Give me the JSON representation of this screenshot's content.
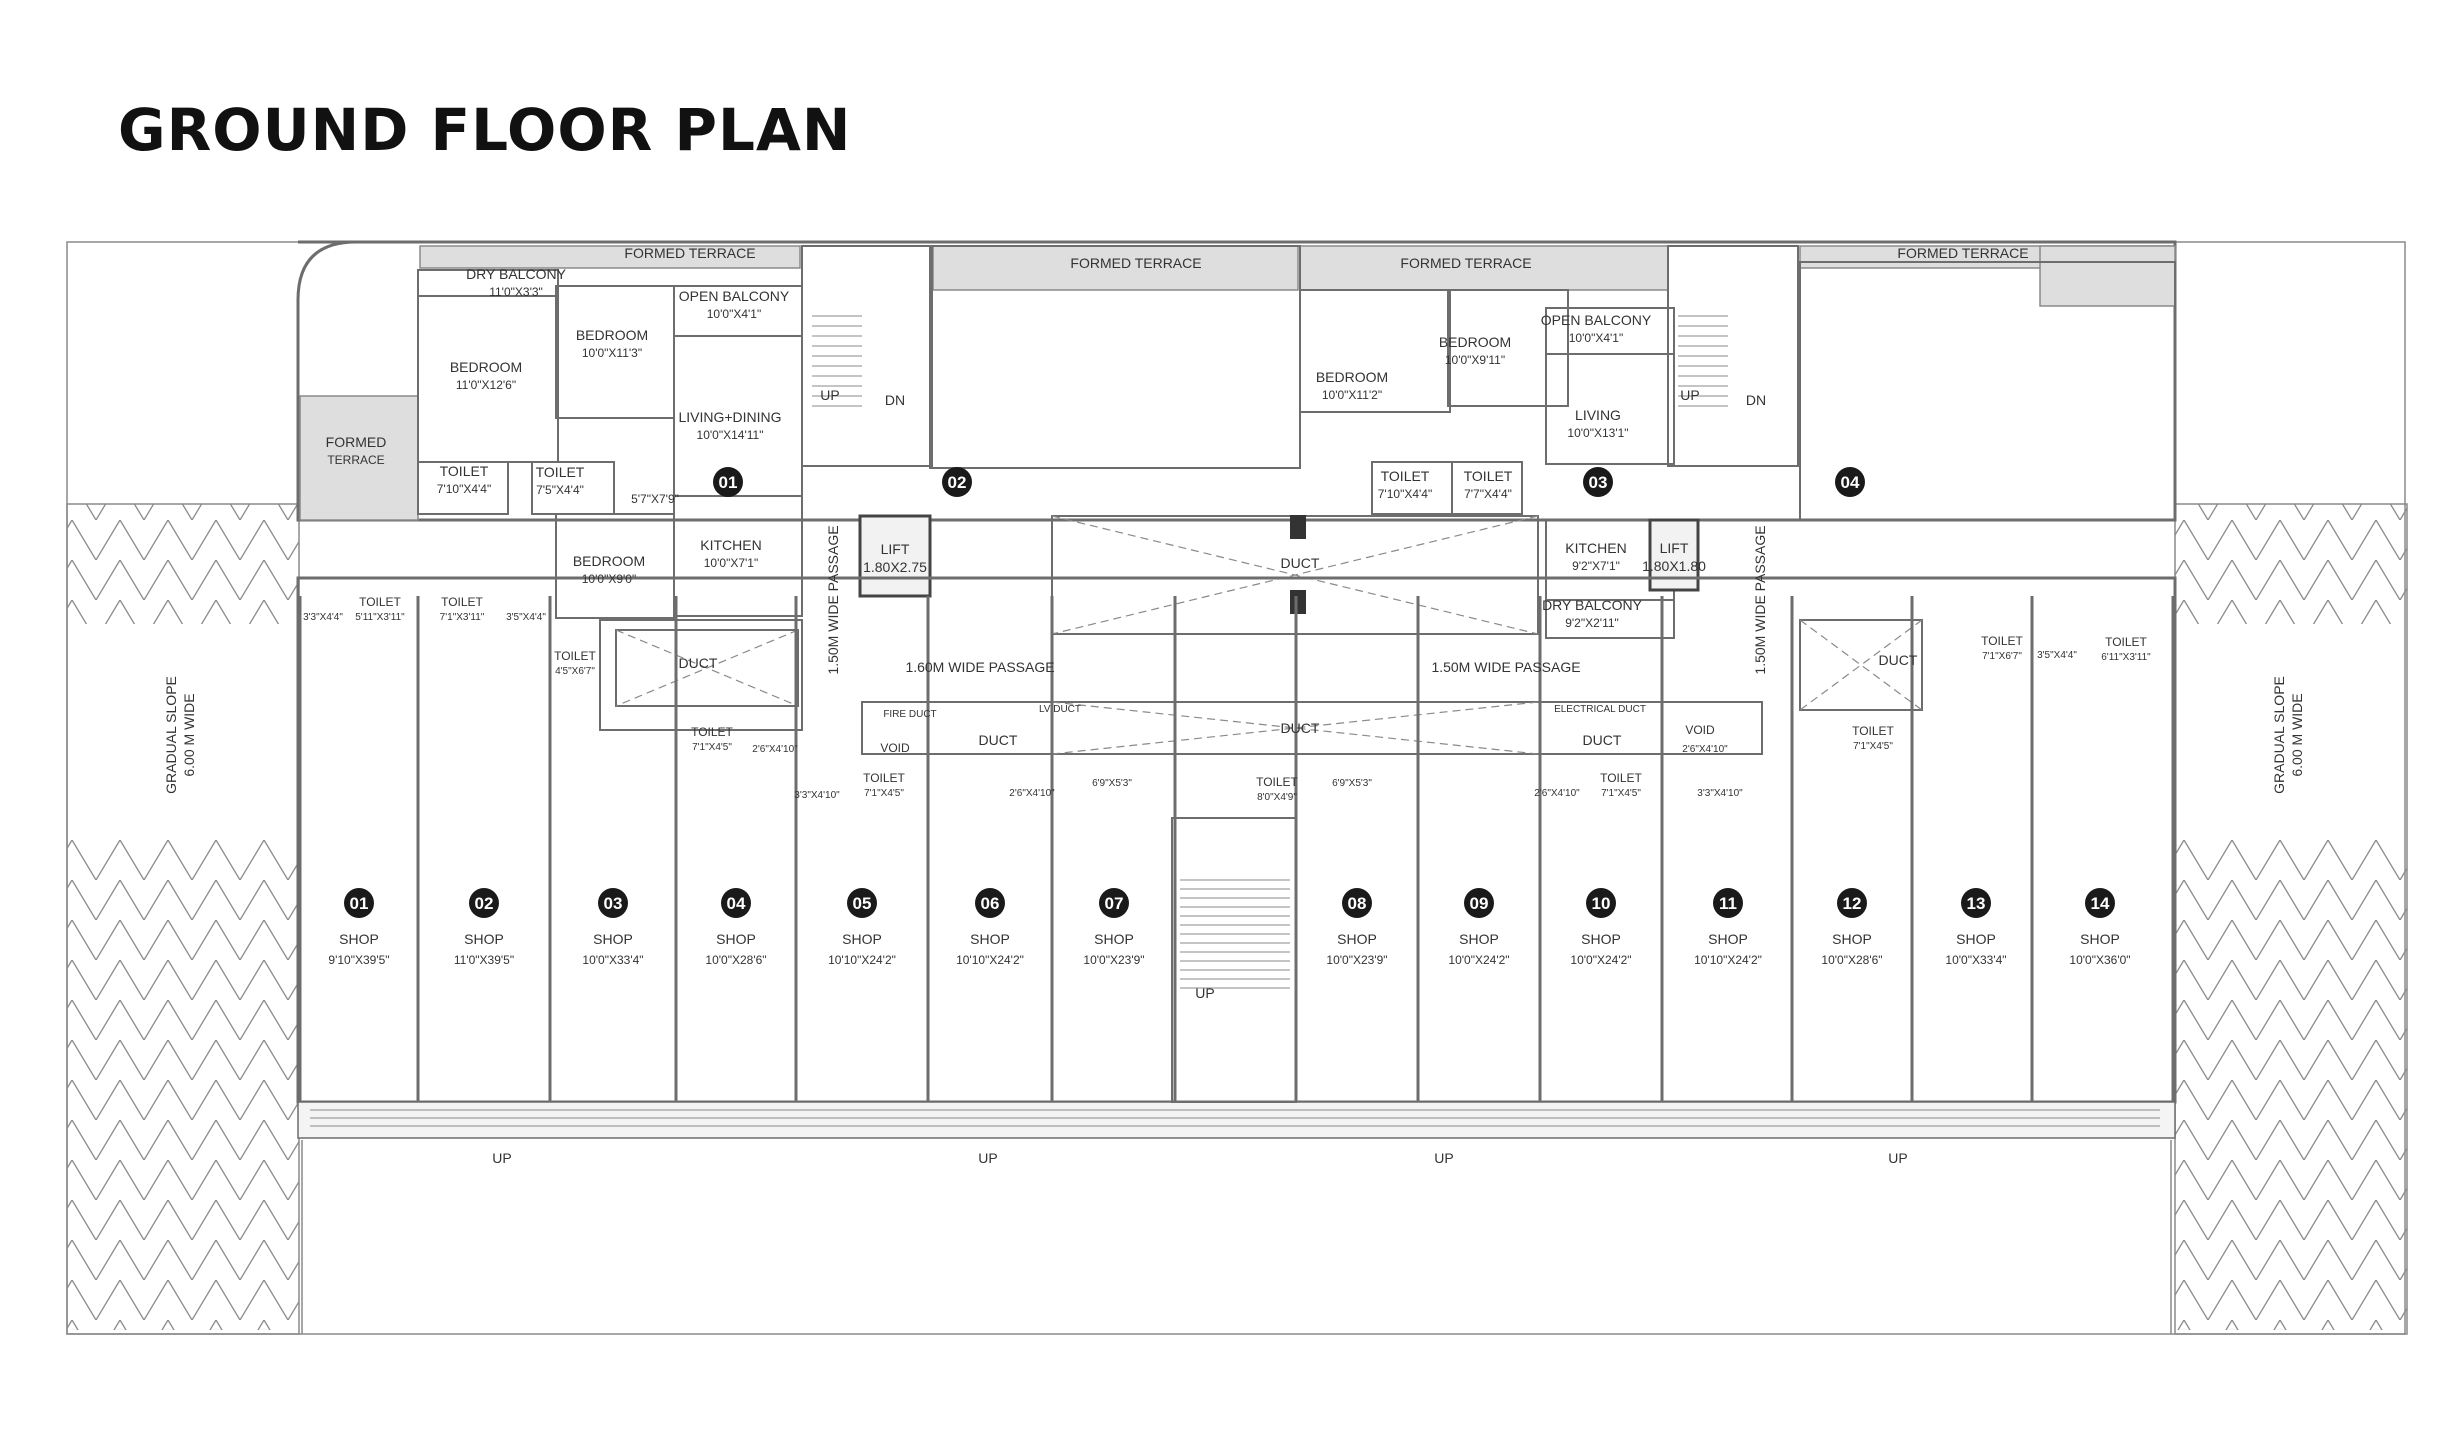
{
  "title": "GROUND FLOOR PLAN",
  "slopes": [
    {
      "line1": "GRADUAL SLOPE",
      "line2": "6.00 M WIDE"
    },
    {
      "line1": "GRADUAL SLOPE",
      "line2": "6.00 M WIDE"
    }
  ],
  "flats": [
    {
      "number": "01",
      "rooms": [
        {
          "name": "FORMED TERRACE",
          "dim": ""
        },
        {
          "name": "DRY BALCONY",
          "dim": "11'0\"X3'3\""
        },
        {
          "name": "BEDROOM",
          "dim": "11'0\"X12'6\""
        },
        {
          "name": "BEDROOM",
          "dim": "10'0\"X11'3\""
        },
        {
          "name": "OPEN BALCONY",
          "dim": "10'0\"X4'1\""
        },
        {
          "name": "LIVING+DINING",
          "dim": "10'0\"X14'11\""
        },
        {
          "name": "FORMED",
          "dim": "TERRACE"
        },
        {
          "name": "TOILET",
          "dim": "7'10\"X4'4\""
        },
        {
          "name": "TOILET",
          "dim": "7'5\"X4'4\""
        },
        {
          "name": "",
          "dim": "5'7\"X7'9\""
        },
        {
          "name": "BEDROOM",
          "dim": "10'0\"X9'0\""
        },
        {
          "name": "KITCHEN",
          "dim": "10'0\"X7'1\""
        }
      ]
    },
    {
      "number": "02",
      "rooms": [
        {
          "name": "FORMED TERRACE",
          "dim": ""
        }
      ]
    },
    {
      "number": "03",
      "rooms": [
        {
          "name": "FORMED TERRACE",
          "dim": ""
        },
        {
          "name": "BEDROOM",
          "dim": "10'0\"X11'2\""
        },
        {
          "name": "BEDROOM",
          "dim": "10'0\"X9'11\""
        },
        {
          "name": "OPEN BALCONY",
          "dim": "10'0\"X4'1\""
        },
        {
          "name": "LIVING",
          "dim": "10'0\"X13'1\""
        },
        {
          "name": "TOILET",
          "dim": "7'10\"X4'4\""
        },
        {
          "name": "TOILET",
          "dim": "7'7\"X4'4\""
        },
        {
          "name": "KITCHEN",
          "dim": "9'2\"X7'1\""
        },
        {
          "name": "DRY BALCONY",
          "dim": "9'2\"X2'11\""
        }
      ]
    },
    {
      "number": "04",
      "rooms": [
        {
          "name": "FORMED TERRACE",
          "dim": ""
        }
      ]
    }
  ],
  "core": {
    "lifts": [
      {
        "name": "LIFT",
        "dim": "1.80X2.75"
      },
      {
        "name": "LIFT",
        "dim": "1.80X1.80"
      }
    ],
    "stairs_up": "UP",
    "stairs_dn": "DN",
    "passages": [
      "1.50M WIDE PASSAGE",
      "1.60M WIDE PASSAGE",
      "1.50M WIDE PASSAGE",
      "1.50M WIDE PASSAGE"
    ],
    "duct": "DUCT",
    "void": "VOID",
    "fire_duct": "FIRE DUCT",
    "lv_duct": "LV DUCT",
    "electrical_duct": "ELECTRICAL DUCT"
  },
  "service_rooms": [
    {
      "name": "TOILET",
      "dim": "5'11\"X3'11\""
    },
    {
      "name": "TOILET",
      "dim": "7'1\"X3'11\""
    },
    {
      "name": "",
      "dim": "3'3\"X4'4\""
    },
    {
      "name": "",
      "dim": "3'5\"X4'4\""
    },
    {
      "name": "TOILET",
      "dim": "4'5\"X6'7\""
    },
    {
      "name": "TOILET",
      "dim": "7'1\"X4'5\""
    },
    {
      "name": "",
      "dim": "2'6\"X4'10\""
    },
    {
      "name": "",
      "dim": "3'3\"X4'10\""
    },
    {
      "name": "TOILET",
      "dim": "7'1\"X4'5\""
    },
    {
      "name": "",
      "dim": "2'6\"X4'10\""
    },
    {
      "name": "",
      "dim": "6'9\"X5'3\""
    },
    {
      "name": "TOILET",
      "dim": "8'0\"X4'9\""
    },
    {
      "name": "",
      "dim": "6'9\"X5'3\""
    },
    {
      "name": "",
      "dim": "2'6\"X4'10\""
    },
    {
      "name": "TOILET",
      "dim": "7'1\"X4'5\""
    },
    {
      "name": "",
      "dim": "3'3\"X4'10\""
    },
    {
      "name": "",
      "dim": "2'6\"X4'10\""
    },
    {
      "name": "TOILET",
      "dim": "7'1\"X4'5\""
    },
    {
      "name": "TOILET",
      "dim": "7'1\"X6'7\""
    },
    {
      "name": "",
      "dim": "3'5\"X4'4\""
    },
    {
      "name": "TOILET",
      "dim": "6'11\"X3'11\""
    }
  ],
  "shops": [
    {
      "number": "01",
      "label": "SHOP",
      "dim": "9'10\"X39'5\""
    },
    {
      "number": "02",
      "label": "SHOP",
      "dim": "11'0\"X39'5\""
    },
    {
      "number": "03",
      "label": "SHOP",
      "dim": "10'0\"X33'4\""
    },
    {
      "number": "04",
      "label": "SHOP",
      "dim": "10'0\"X28'6\""
    },
    {
      "number": "05",
      "label": "SHOP",
      "dim": "10'10\"X24'2\""
    },
    {
      "number": "06",
      "label": "SHOP",
      "dim": "10'10\"X24'2\""
    },
    {
      "number": "07",
      "label": "SHOP",
      "dim": "10'0\"X23'9\""
    },
    {
      "number": "08",
      "label": "SHOP",
      "dim": "10'0\"X23'9\""
    },
    {
      "number": "09",
      "label": "SHOP",
      "dim": "10'0\"X24'2\""
    },
    {
      "number": "10",
      "label": "SHOP",
      "dim": "10'0\"X24'2\""
    },
    {
      "number": "11",
      "label": "SHOP",
      "dim": "10'10\"X24'2\""
    },
    {
      "number": "12",
      "label": "SHOP",
      "dim": "10'0\"X28'6\""
    },
    {
      "number": "13",
      "label": "SHOP",
      "dim": "10'0\"X33'4\""
    },
    {
      "number": "14",
      "label": "SHOP",
      "dim": "10'0\"X36'0\""
    }
  ],
  "stair_up": "UP",
  "front_steps": [
    "UP",
    "UP",
    "UP",
    "UP"
  ]
}
